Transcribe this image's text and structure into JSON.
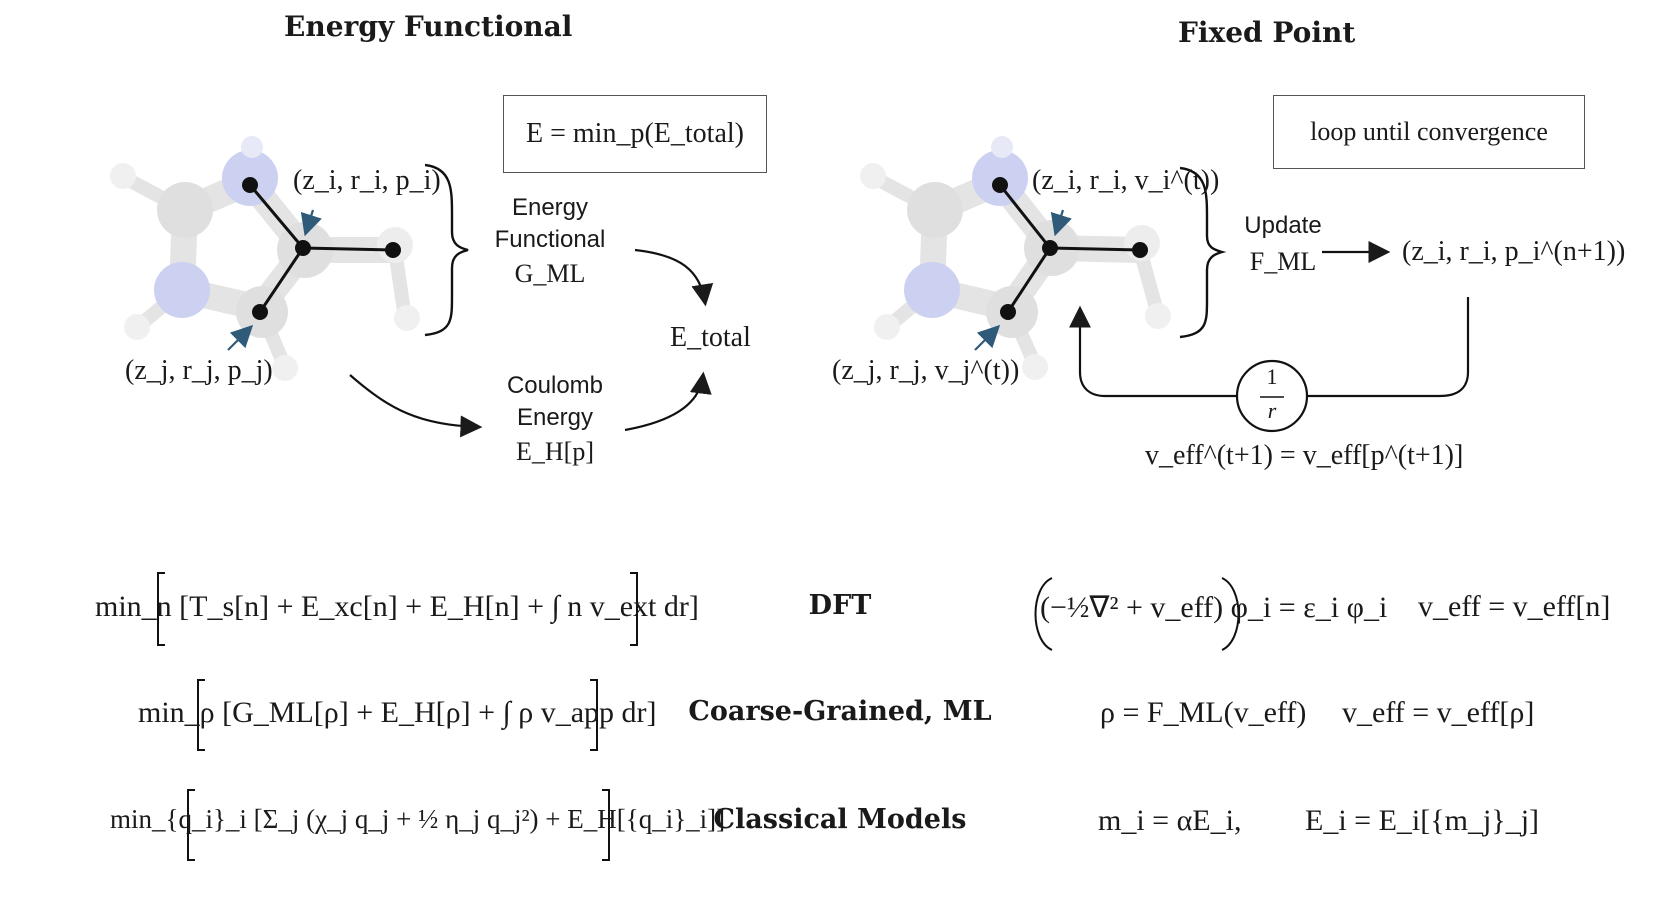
{
  "titles": {
    "left": "Energy Functional",
    "right": "Fixed Point"
  },
  "left_diagram": {
    "box": "E = min_p(E_total)",
    "atom_i_label": "(z_i, r_i, p_i)",
    "atom_j_label": "(z_j, r_j, p_j)",
    "functional_line1": "Energy",
    "functional_line2": "Functional",
    "functional_symbol": "G_ML",
    "coulomb_line1": "Coulomb",
    "coulomb_line2": "Energy",
    "coulomb_symbol": "E_H[p]",
    "total": "E_total"
  },
  "right_diagram": {
    "box": "loop until convergence",
    "atom_i_label": "(z_i, r_i, v_i^(t))",
    "atom_j_label": "(z_j, r_j, v_j^(t))",
    "update_label": "Update",
    "update_symbol": "F_ML",
    "output": "(z_i, r_i, p_i^(n+1))",
    "kernel_num": "1",
    "kernel_den": "r",
    "veff_update": "v_eff^(t+1) = v_eff[p^(t+1)]"
  },
  "rows": [
    {
      "objective": "min_n [T_s[n] + E_xc[n] + E_H[n] + ∫ n v_ext dr]",
      "method": "DFT",
      "equation_a": "(−½∇² + v_eff) φ_i = ε_i φ_i",
      "equation_b": "v_eff = v_eff[n]"
    },
    {
      "objective": "min_ρ [G_ML[ρ] + E_H[ρ] + ∫ ρ v_app dr]",
      "method": "Coarse-Grained, ML",
      "equation_a": "ρ = F_ML(v_eff)",
      "equation_b": "v_eff = v_eff[ρ]"
    },
    {
      "objective": "min_{q_i}_i [Σ_j (χ_j q_j + ½ η_j q_j²) + E_H[{q_i}_i]]",
      "method": "Classical Models",
      "equation_a": "m_i = αE_i,",
      "equation_b": "E_i = E_i[{m_j}_j]"
    }
  ],
  "colors": {
    "ink": "#1a1a1a",
    "arrow_blue": "#2f5a7a",
    "atom_gray": "#d9d9d9",
    "atom_blue": "#c8cdf0",
    "atom_white": "#f2f2f2"
  }
}
